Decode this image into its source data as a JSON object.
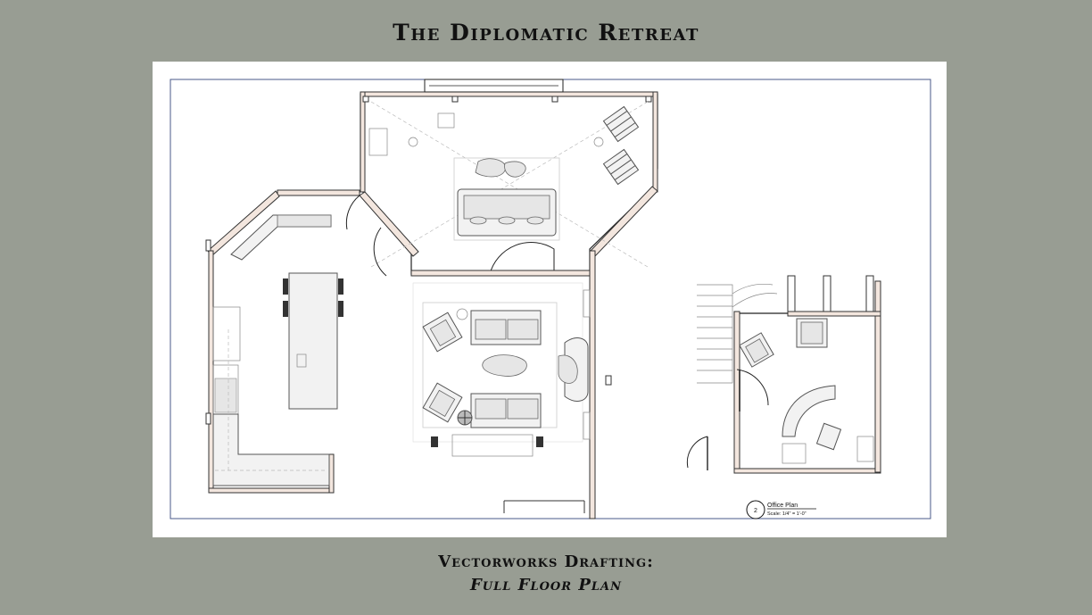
{
  "slide": {
    "title": "The Diplomatic Retreat",
    "caption_line1": "Vectorworks Drafting:",
    "caption_line2": "Full Floor Plan"
  },
  "drawing": {
    "tag_number": "2",
    "tag_title": "Office Plan",
    "tag_scale": "Scale: 1/4\" = 1'-0\""
  },
  "colors": {
    "background": "#989d93",
    "sheet": "#ffffff",
    "wall_hatch": "#f3e6de"
  }
}
